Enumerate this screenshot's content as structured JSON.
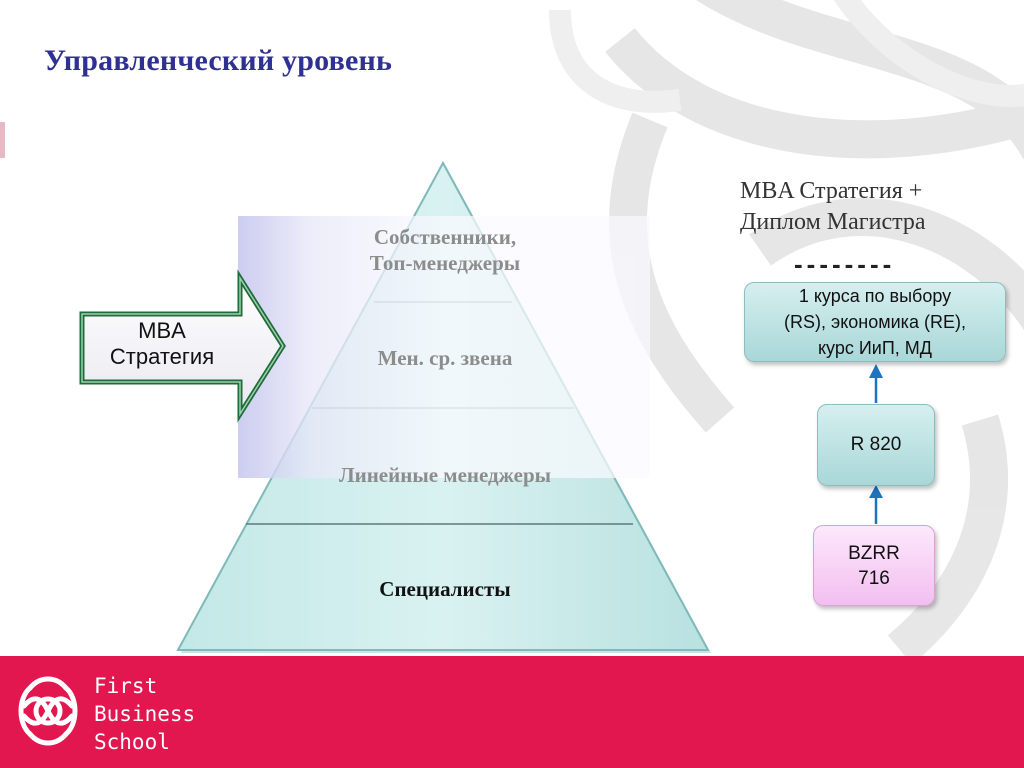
{
  "slide": {
    "title": "Управленческий уровень"
  },
  "pyramid": {
    "levels": [
      {
        "label": "Собственники,\nТоп-менеджеры"
      },
      {
        "label": "Мен. ср. звена"
      },
      {
        "label": "Линейные менеджеры"
      },
      {
        "label": "Специалисты"
      }
    ],
    "fill_color": "#cdeeed",
    "edge_color": "#7fb9b8"
  },
  "mba_arrow": {
    "label": "MBA\nСтратегия",
    "border_color": "#1f6b3a"
  },
  "right_panel": {
    "title": "MBA Стратегия +\nДиплом Магистра",
    "separator": "--------",
    "boxes": [
      {
        "label": "1 курса по выбору\n(RS), экономика (RE),\nкурс ИиП, МД"
      },
      {
        "label": "R 820"
      },
      {
        "label": "BZRR\n716"
      }
    ],
    "arrow_color": "#1e73be"
  },
  "footer": {
    "school_name": "First\nBusiness\nSchool",
    "brand_color": "#e2174f",
    "logo_icon": "knot-emblem-icon"
  }
}
